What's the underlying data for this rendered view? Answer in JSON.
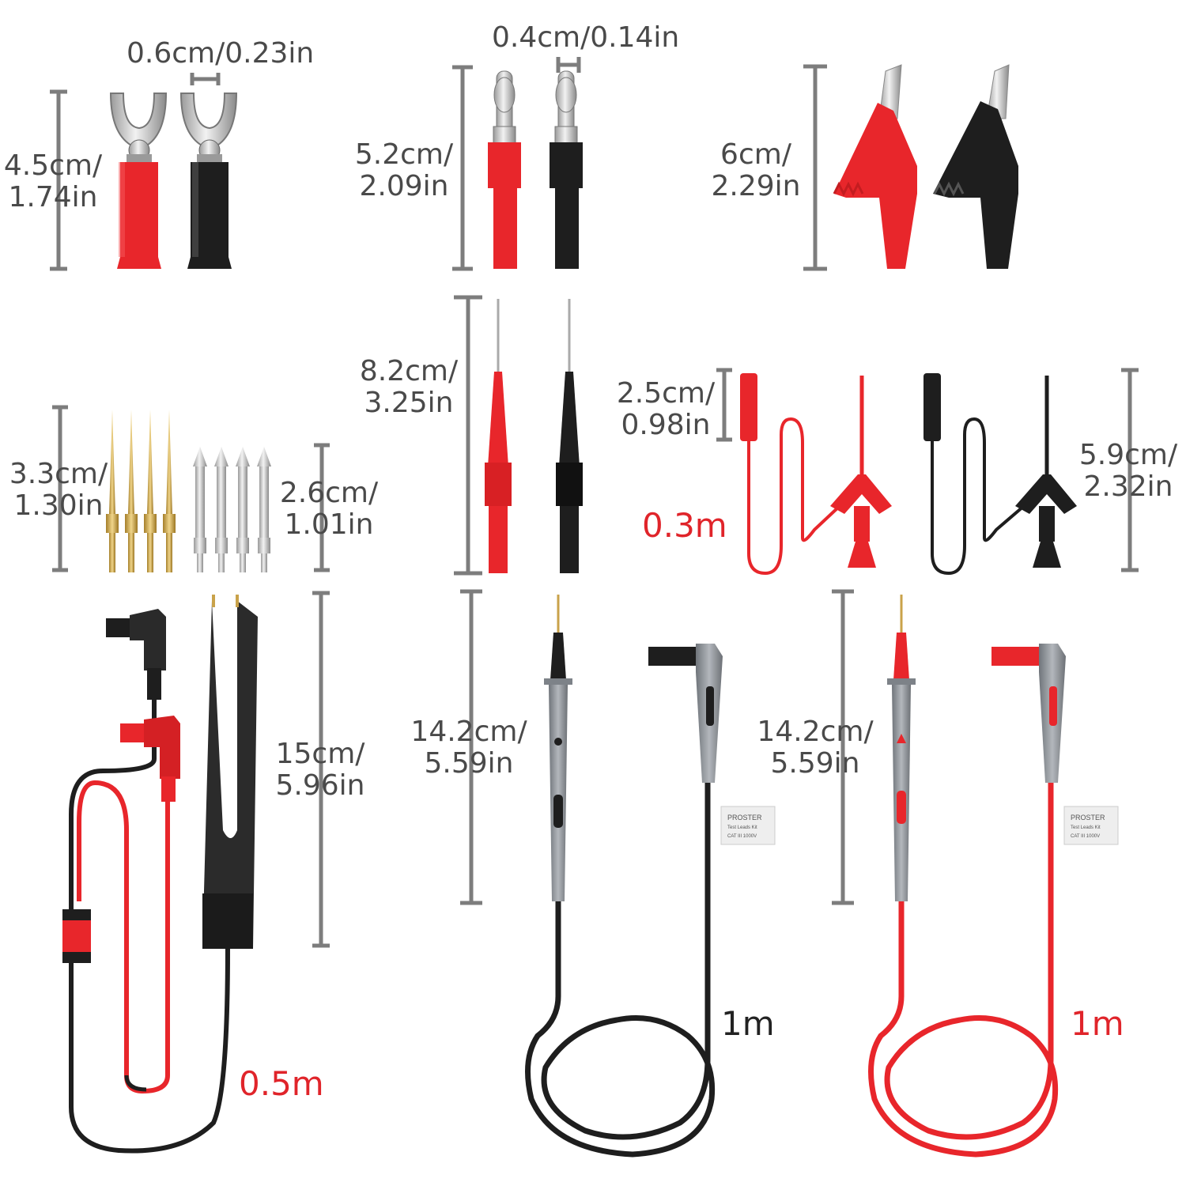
{
  "colors": {
    "red": "#e8262b",
    "black": "#1e1e1e",
    "gray": "#8e9399",
    "dim": "#7d7d7d",
    "gold": "#c9a24a",
    "length_red": "#e0242a",
    "length_black": "#222222"
  },
  "dimensions": {
    "spade_width": "0.6cm/0.23in",
    "banana_width": "0.4cm/0.14in",
    "spade_height": {
      "l1": "4.5cm/",
      "l2": "1.74in"
    },
    "banana_height": {
      "l1": "5.2cm/",
      "l2": "2.09in"
    },
    "alligator_height": {
      "l1": "6cm/",
      "l2": "2.29in"
    },
    "back_probe_height": {
      "l1": "8.2cm/",
      "l2": "3.25in"
    },
    "hook_socket_height": {
      "l1": "2.5cm/",
      "l2": "0.98in"
    },
    "hook_height": {
      "l1": "5.9cm/",
      "l2": "2.32in"
    },
    "gold_pin_height": {
      "l1": "3.3cm/",
      "l2": "1.30in"
    },
    "silver_pin_height": {
      "l1": "2.6cm/",
      "l2": "1.01in"
    },
    "tweezer_height": {
      "l1": "15cm/",
      "l2": "5.96in"
    },
    "probe_black_height": {
      "l1": "14.2cm/",
      "l2": "5.59in"
    },
    "probe_red_height": {
      "l1": "14.2cm/",
      "l2": "5.59in"
    }
  },
  "cable_lengths": {
    "hook_cable": "0.3m",
    "tweezer_cable": "0.5m",
    "probe_black_cable": "1m",
    "probe_red_cable": "1m"
  },
  "labels": {
    "tag_black": {
      "brand": "PROSTER",
      "line2": "Test Leads Kit",
      "line3": "CAT III 1000V"
    },
    "tag_red": {
      "brand": "PROSTER",
      "line2": "Test Leads Kit",
      "line3": "CAT III 1000V"
    }
  }
}
